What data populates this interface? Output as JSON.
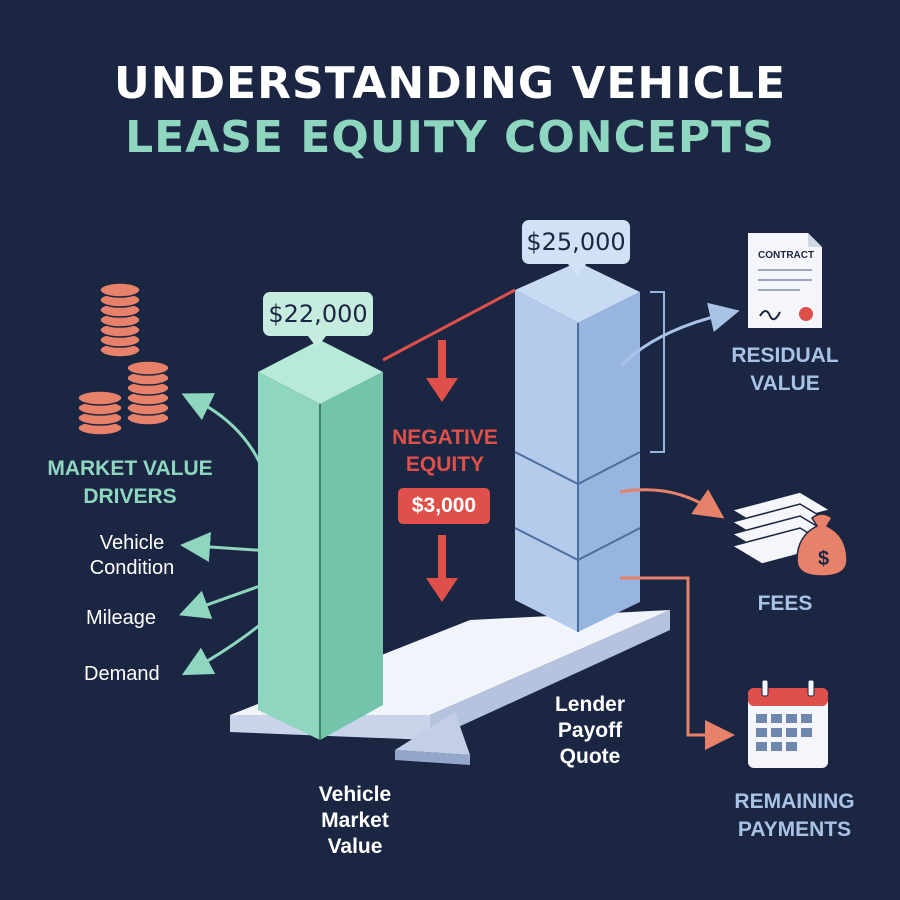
{
  "title": {
    "line1": "UNDERSTANDING VEHICLE",
    "line2": "LEASE EQUITY CONCEPTS"
  },
  "left_column": {
    "price": "$22,000",
    "label_lines": [
      "Vehicle",
      "Market",
      "Value"
    ]
  },
  "right_column": {
    "price": "$25,000",
    "label_lines": [
      "Lender",
      "Payoff",
      "Quote"
    ]
  },
  "equity": {
    "label_lines": [
      "NEGATIVE",
      "EQUITY"
    ],
    "amount": "$3,000"
  },
  "market_value_drivers": {
    "title_lines": [
      "MARKET VALUE",
      "DRIVERS"
    ],
    "items": [
      {
        "lines": [
          "Vehicle",
          "Condition"
        ]
      },
      {
        "lines": [
          "Mileage"
        ]
      },
      {
        "lines": [
          "Demand"
        ]
      }
    ],
    "icon": "coin-stacks-icon"
  },
  "payoff_components": [
    {
      "label_lines": [
        "RESIDUAL",
        "VALUE"
      ],
      "icon": "contract-icon",
      "icon_text": "CONTRACT"
    },
    {
      "label_lines": [
        "FEES"
      ],
      "icon": "money-bag-icon",
      "icon_text": "$"
    },
    {
      "label_lines": [
        "REMAINING",
        "PAYMENTS"
      ],
      "icon": "calendar-icon"
    }
  ],
  "colors": {
    "background": "#1b2642",
    "green": "#8fd6c0",
    "blue": "#a9c3e6",
    "coral": "#e8816a",
    "red": "#e0504a",
    "white": "#ffffff"
  }
}
